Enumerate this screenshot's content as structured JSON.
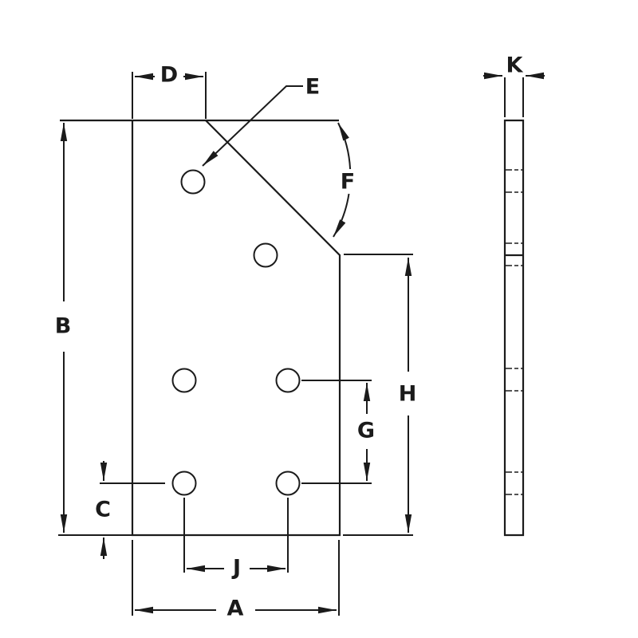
{
  "page": {
    "background": "#ffffff",
    "line_color": "#1b1b1b",
    "description": "Dimension drawing of a flat joining plate with chamfered top-right corner: front view with six holes and side profile view"
  },
  "labels": {
    "A": "A",
    "B": "B",
    "C": "C",
    "D": "D",
    "E": "E",
    "F": "F",
    "G": "G",
    "H": "H",
    "J": "J",
    "K": "K"
  },
  "front_view": {
    "hole_count": 6
  },
  "side_view": {
    "hole_edge_mark_count": 8
  }
}
